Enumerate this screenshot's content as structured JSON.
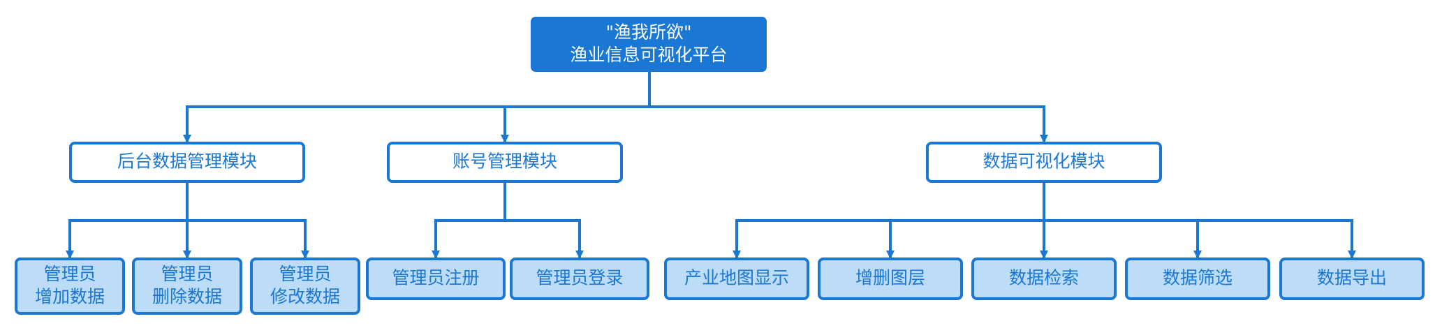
{
  "colors": {
    "root_fill": "#1a78d4",
    "root_text": "#ffffff",
    "connector": "#1a78d4",
    "mid_fill": "#ffffff",
    "mid_text": "#1a78d4",
    "leaf_fill": "#bcdcf7",
    "leaf_text": "#1a78d4",
    "border": "#1a78d4"
  },
  "root": {
    "lines": [
      "\"渔我所欲\"",
      "渔业信息可视化平台"
    ]
  },
  "modules": [
    {
      "label": "后台数据管理模块",
      "children": [
        {
          "lines": [
            "管理员",
            "增加数据"
          ]
        },
        {
          "lines": [
            "管理员",
            "删除数据"
          ]
        },
        {
          "lines": [
            "管理员",
            "修改数据"
          ]
        }
      ]
    },
    {
      "label": "账号管理模块",
      "children": [
        {
          "lines": [
            "管理员注册"
          ]
        },
        {
          "lines": [
            "管理员登录"
          ]
        }
      ]
    },
    {
      "label": "数据可视化模块",
      "children": [
        {
          "lines": [
            "产业地图显示"
          ]
        },
        {
          "lines": [
            "增删图层"
          ]
        },
        {
          "lines": [
            "数据检索"
          ]
        },
        {
          "lines": [
            "数据筛选"
          ]
        },
        {
          "lines": [
            "数据导出"
          ]
        }
      ]
    }
  ]
}
